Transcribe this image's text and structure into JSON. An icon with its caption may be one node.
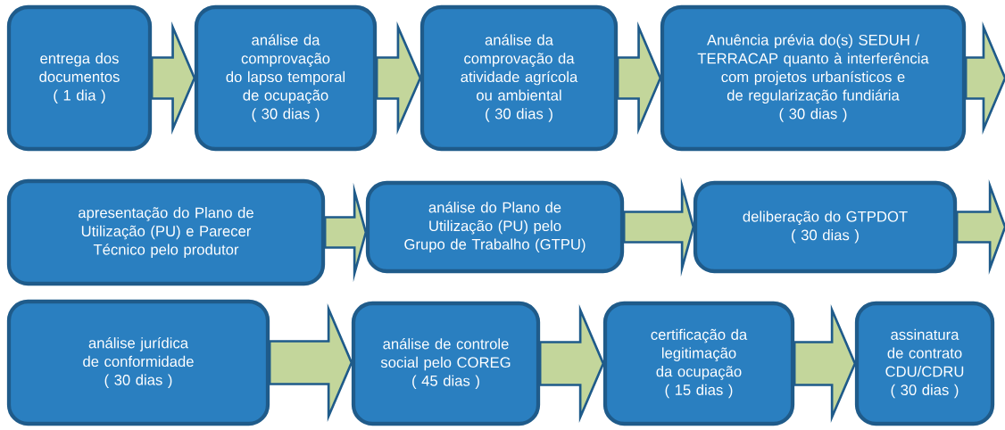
{
  "diagram": {
    "nodes": [
      {
        "text": [
          "entrega dos documentos",
          "( 1 dia )"
        ]
      },
      {
        "text": [
          "análise da comprovação do lapso temporal de ocupação",
          "( 30 dias )"
        ]
      },
      {
        "text": [
          "análise da comprovação da atividade agrícola ou ambiental",
          "( 30 dias )"
        ]
      },
      {
        "text": [
          "Anuência prévia do(s) SEDUH / TERRACAP quanto à interferência com projetos urbanísticos e de regularização fundiária",
          "( 30 dias )"
        ]
      },
      {
        "text": [
          "apresentação do Plano de Utilização (PU) e Parecer Técnico pelo produtor"
        ]
      },
      {
        "text": [
          "análise do Plano de Utilização (PU) pelo Grupo de Trabalho (GTPU)"
        ]
      },
      {
        "text": [
          "deliberação do GTPDOT",
          "( 30 dias )"
        ]
      },
      {
        "text": [
          "análise jurídica de conformidade",
          "( 30 dias )"
        ]
      },
      {
        "text": [
          "análise de controle social pelo COREG",
          "( 45 dias )"
        ]
      },
      {
        "text": [
          "certificação da legitimação da ocupação",
          "( 15 dias )"
        ]
      },
      {
        "text": [
          "assinatura de contrato CDU/CDRU",
          "( 30 dias )"
        ]
      }
    ],
    "edges": [
      {
        "from": 0,
        "to": 1,
        "arrow": "to"
      },
      {
        "from": 1,
        "to": 2,
        "arrow": "to"
      },
      {
        "from": 2,
        "to": 3,
        "arrow": "to"
      },
      {
        "from": 3,
        "to": null,
        "arrow": "to"
      },
      {
        "from": 4,
        "to": 5,
        "arrow": "to"
      },
      {
        "from": 5,
        "to": 6,
        "arrow": "to"
      },
      {
        "from": 6,
        "to": null,
        "arrow": "to"
      },
      {
        "from": 7,
        "to": 8,
        "arrow": "to"
      },
      {
        "from": 8,
        "to": 9,
        "arrow": "to"
      },
      {
        "from": 9,
        "to": 10,
        "arrow": "to"
      }
    ]
  }
}
